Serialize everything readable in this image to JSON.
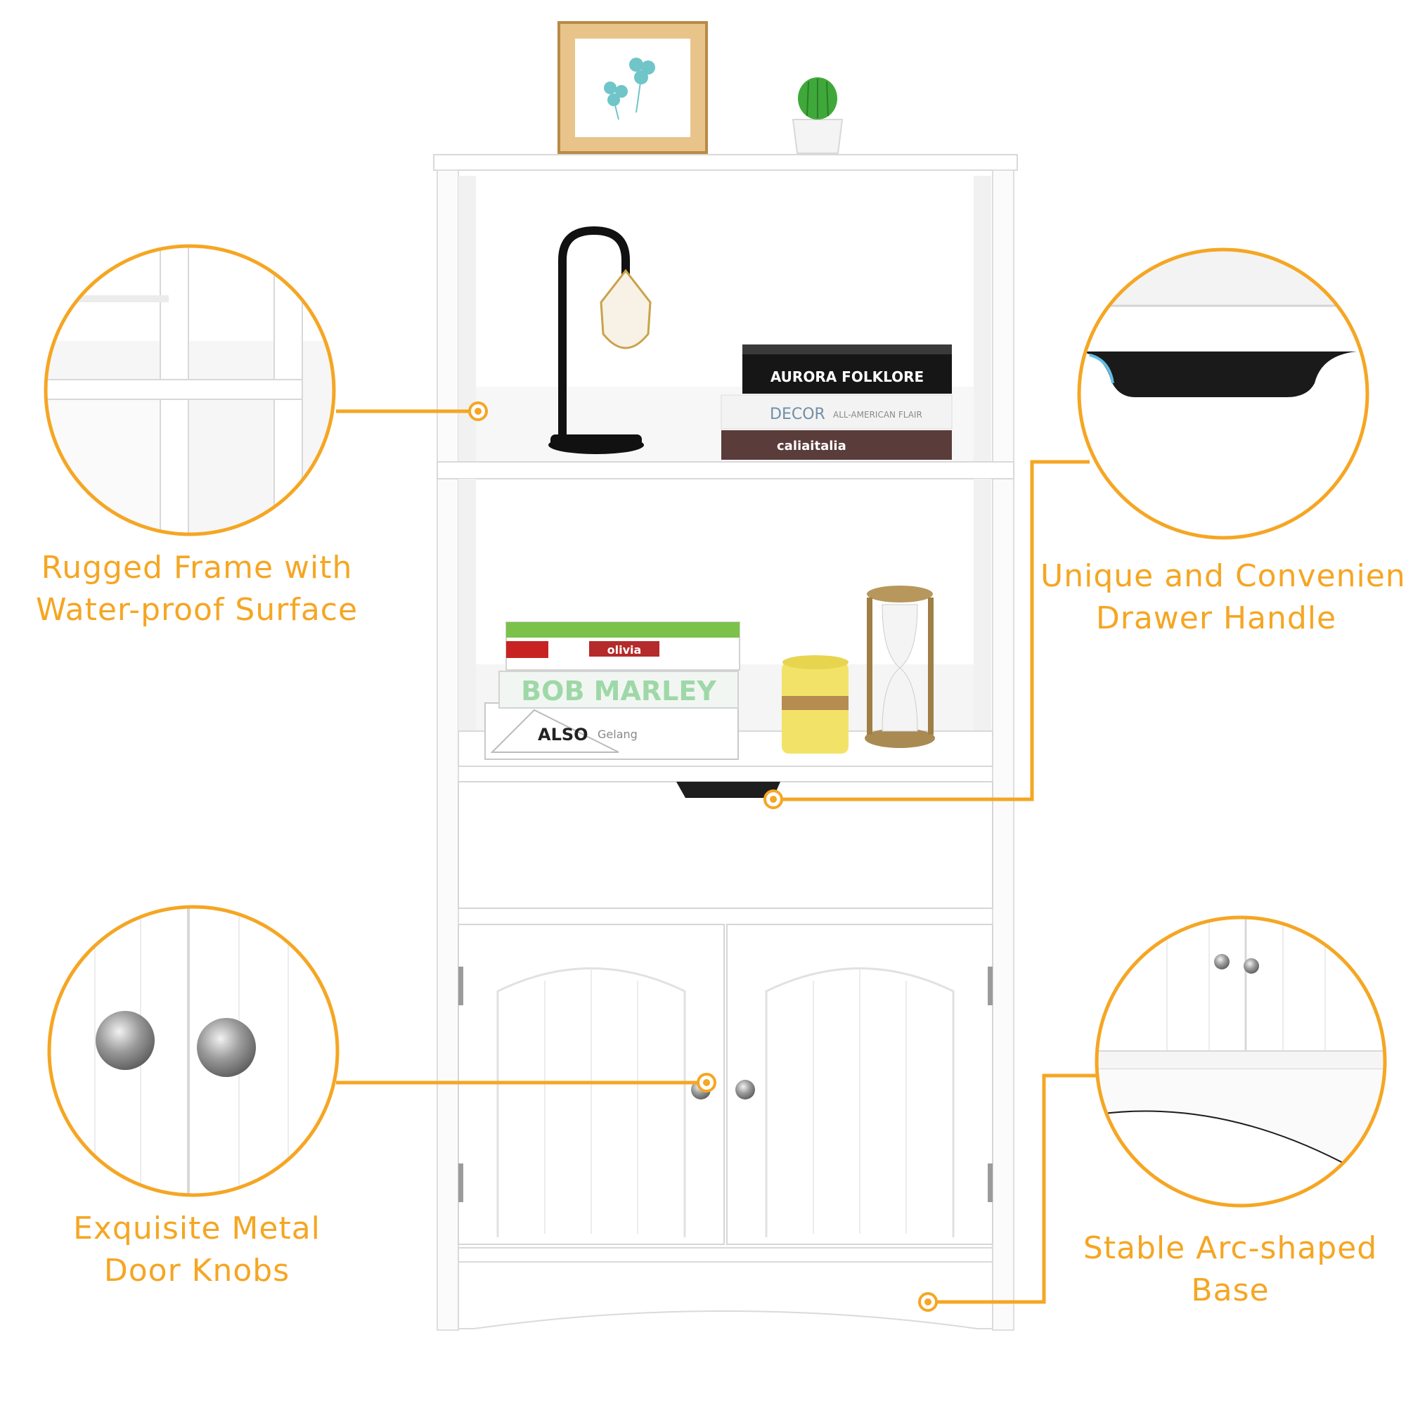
{
  "accent_color": "#f5a623",
  "features": [
    {
      "id": "frame",
      "line1": "Rugged Frame with",
      "line2": "Water-proof Surface"
    },
    {
      "id": "handle",
      "line1": "Unique and Convenient",
      "line2": "Drawer Handle"
    },
    {
      "id": "knobs",
      "line1": "Exquisite Metal",
      "line2": "Door Knobs"
    },
    {
      "id": "base",
      "line1": "Stable Arc-shaped",
      "line2": "Base"
    }
  ],
  "decor": {
    "books_top": [
      "AURORA  FOLKLORE",
      "DECOR",
      "ALL-AMERICAN FLAIR",
      "caliaitalia"
    ],
    "books_bottom": [
      "olivia",
      "BOB MARLEY",
      "ALSO",
      "Gelang"
    ]
  }
}
